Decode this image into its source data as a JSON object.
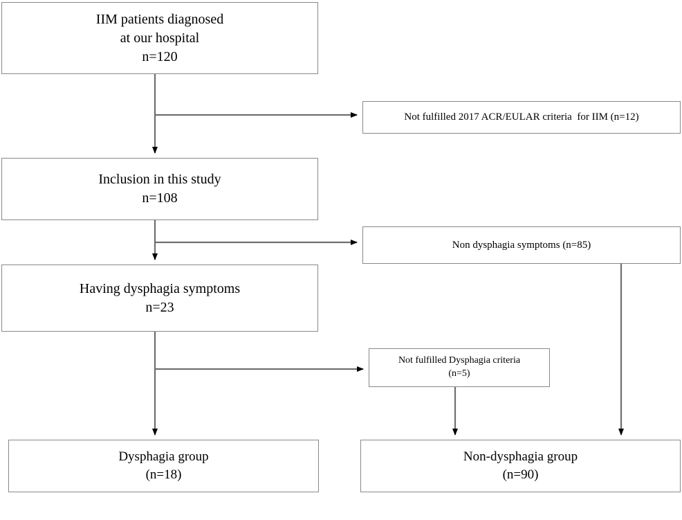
{
  "diagram": {
    "type": "flowchart",
    "title": "IIM patient study enrollment flow",
    "line_color": "#888888",
    "arrow_color": "#000000",
    "text_color": "#000000",
    "background": "#ffffff",
    "nodes": {
      "enrolled": {
        "id": "enrolled",
        "line1": "IIM patients diagnosed",
        "line2": "at our hospital",
        "line3": "n=120",
        "count": 120
      },
      "excluded_acr": {
        "id": "excluded_acr",
        "line1": "Not fulfilled 2017 ACR/EULAR criteria  for IIM (n=12)",
        "count": 12
      },
      "inclusion": {
        "id": "inclusion",
        "line1": "Inclusion in this study",
        "line2": "n=108",
        "count": 108
      },
      "non_dysphagia_symptoms": {
        "id": "non_dysphagia_symptoms",
        "line1": "Non dysphagia symptoms (n=85)",
        "count": 85
      },
      "having_dysphagia_symptoms": {
        "id": "having_dysphagia_symptoms",
        "line1": "Having dysphagia symptoms",
        "line2": "n=23",
        "count": 23
      },
      "excluded_dysphagia_criteria": {
        "id": "excluded_dysphagia_criteria",
        "line1": "Not fulfilled Dysphagia criteria",
        "line2": "(n=5)",
        "count": 5
      },
      "group_dysphagia": {
        "id": "group_dysphagia",
        "line1": "Dysphagia group",
        "line2": "(n=18)",
        "count": 18
      },
      "group_non_dysphagia": {
        "id": "group_non_dysphagia",
        "line1": "Non-dysphagia group",
        "line2": "(n=90)",
        "count": 90
      }
    },
    "edges": [
      {
        "from": "enrolled",
        "to": "inclusion",
        "kind": "vertical-arrow"
      },
      {
        "from": "enrolled",
        "to": "excluded_acr",
        "kind": "branch-right-arrow"
      },
      {
        "from": "inclusion",
        "to": "having_dysphagia_symptoms",
        "kind": "vertical-arrow"
      },
      {
        "from": "inclusion",
        "to": "non_dysphagia_symptoms",
        "kind": "branch-right-arrow"
      },
      {
        "from": "having_dysphagia_symptoms",
        "to": "group_dysphagia",
        "kind": "vertical-arrow"
      },
      {
        "from": "having_dysphagia_symptoms",
        "to": "excluded_dysphagia_criteria",
        "kind": "branch-right-arrow"
      },
      {
        "from": "excluded_dysphagia_criteria",
        "to": "group_non_dysphagia",
        "kind": "vertical-arrow"
      },
      {
        "from": "non_dysphagia_symptoms",
        "to": "group_non_dysphagia",
        "kind": "vertical-arrow"
      }
    ]
  }
}
